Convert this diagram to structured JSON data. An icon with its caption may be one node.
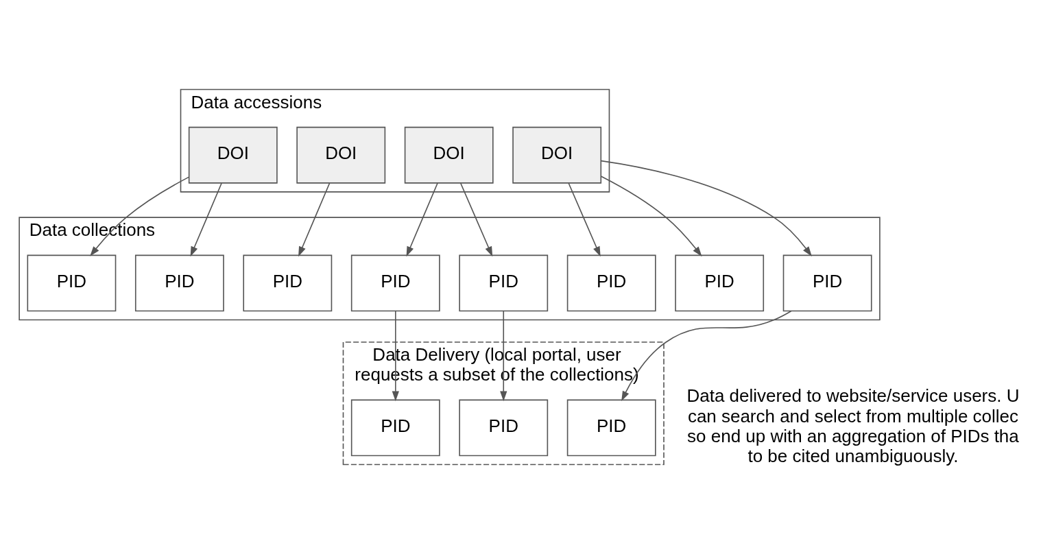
{
  "diagram": {
    "nodes": [
      {
        "text": [
          "Data accessions"
        ]
      },
      {
        "text": [
          "DOI"
        ],
        "in": 0
      },
      {
        "text": [
          "DOI"
        ],
        "in": 0
      },
      {
        "text": [
          "DOI"
        ],
        "in": 0
      },
      {
        "text": [
          "DOI"
        ],
        "in": 0
      },
      {
        "text": [
          "Data collections"
        ]
      },
      {
        "text": [
          "PID"
        ],
        "in": 5
      },
      {
        "text": [
          "PID"
        ],
        "in": 5
      },
      {
        "text": [
          "PID"
        ],
        "in": 5
      },
      {
        "text": [
          "PID"
        ],
        "in": 5
      },
      {
        "text": [
          "PID"
        ],
        "in": 5
      },
      {
        "text": [
          "PID"
        ],
        "in": 5
      },
      {
        "text": [
          "PID"
        ],
        "in": 5
      },
      {
        "text": [
          "PID"
        ],
        "in": 5
      },
      {
        "text": [
          "Data Delivery (local portal, user requests a subset of the collections)"
        ]
      },
      {
        "text": [
          "PID"
        ],
        "in": 14
      },
      {
        "text": [
          "PID"
        ],
        "in": 14
      },
      {
        "text": [
          "PID"
        ],
        "in": 14
      }
    ],
    "edges": [
      {
        "from": 1,
        "to": 6,
        "arrow": "to"
      },
      {
        "from": 1,
        "to": 7,
        "arrow": "to"
      },
      {
        "from": 1,
        "to": 8,
        "arrow": "to"
      },
      {
        "from": 2,
        "to": 9,
        "arrow": "to"
      },
      {
        "from": 2,
        "to": 10,
        "arrow": "to"
      },
      {
        "from": 3,
        "to": 11,
        "arrow": "to"
      },
      {
        "from": 4,
        "to": 12,
        "arrow": "to"
      },
      {
        "from": 4,
        "to": 13,
        "arrow": "to"
      },
      {
        "from": 6,
        "to": 15,
        "arrow": "to"
      },
      {
        "from": 9,
        "to": 16,
        "arrow": "to"
      },
      {
        "from": 10,
        "to": 17,
        "arrow": "to"
      }
    ],
    "labels": [
      "Data delivered to website/service users. U can search and select from multiple collec so end up with an aggregation of PIDs tha to be cited unambiguously."
    ]
  }
}
